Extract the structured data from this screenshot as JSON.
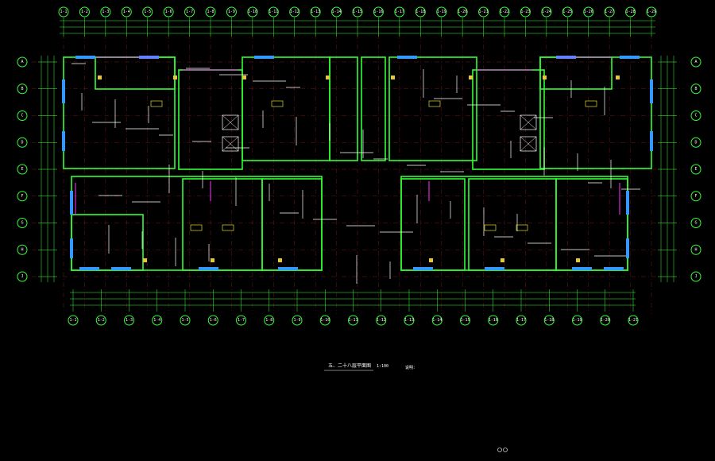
{
  "drawing": {
    "title": "五、二十八层平面图",
    "scale": "1:100",
    "subnote": "",
    "notes_heading": "说明：",
    "notes": [
      "",
      "",
      "",
      "",
      "",
      "",
      "",
      "",
      "",
      "",
      "",
      "",
      "",
      ""
    ]
  },
  "axes": {
    "top": [
      "1-1",
      "1-2",
      "1-3",
      "1-4",
      "1-5",
      "1-6",
      "1-7",
      "1-8",
      "1-9",
      "1-10",
      "1-11",
      "1-12",
      "1-13",
      "1-14",
      "1-15",
      "1-16",
      "1-17",
      "1-18",
      "1-19",
      "1-20",
      "1-21",
      "1-22",
      "1-23",
      "1-24",
      "1-25",
      "1-26",
      "1-27",
      "1-28",
      "1-29"
    ],
    "bottom": [
      "1-1",
      "1-2",
      "1-3",
      "1-4",
      "1-5",
      "1-6",
      "1-7",
      "1-8",
      "1-9",
      "1-10",
      "1-11",
      "1-12",
      "1-13",
      "1-14",
      "1-15",
      "1-16",
      "1-17",
      "1-18",
      "1-19",
      "1-20",
      "1-21"
    ],
    "left": [
      "A",
      "B",
      "C",
      "D",
      "E",
      "F",
      "G",
      "H",
      "J"
    ],
    "right": [
      "A",
      "B",
      "C",
      "D",
      "E",
      "F",
      "G",
      "H",
      "J"
    ]
  },
  "colors": {
    "background": "#000000",
    "axis": "#33ff33",
    "wall": "#33ff33",
    "partition": "#ffffff",
    "window": "#3399ff",
    "door": "#ff33ff",
    "axis_line": "#ff3333",
    "label": "#ffff33",
    "text": "#ffffff"
  }
}
